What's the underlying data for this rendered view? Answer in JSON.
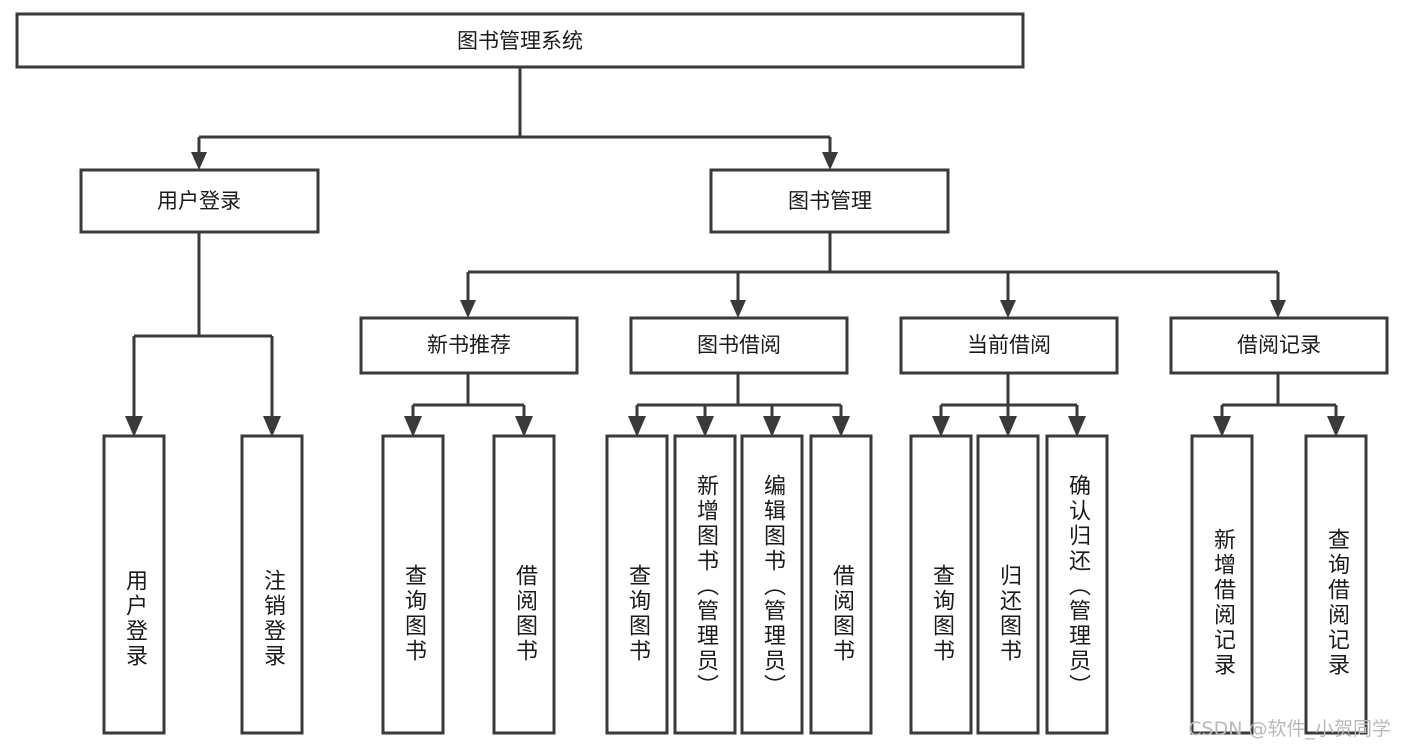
{
  "diagram": {
    "type": "tree-hierarchy-functional-decomposition",
    "title": "图书管理系统",
    "stroke_color": "#3a3a3a",
    "text_color": "#1b1b1b",
    "background_color": "#ffffff",
    "levels": [
      {
        "level": 1,
        "nodes": [
          {
            "id": "root",
            "label": "图书管理系统",
            "orientation": "horizontal"
          }
        ]
      },
      {
        "level": 2,
        "nodes": [
          {
            "id": "user-login",
            "label": "用户登录",
            "orientation": "horizontal",
            "parent": "root"
          },
          {
            "id": "book-manage",
            "label": "图书管理",
            "orientation": "horizontal",
            "parent": "root"
          }
        ]
      },
      {
        "level": 3,
        "nodes": [
          {
            "id": "new-book-recommend",
            "label": "新书推荐",
            "orientation": "horizontal",
            "parent": "book-manage"
          },
          {
            "id": "book-borrow",
            "label": "图书借阅",
            "orientation": "horizontal",
            "parent": "book-manage"
          },
          {
            "id": "current-borrow",
            "label": "当前借阅",
            "orientation": "horizontal",
            "parent": "book-manage"
          },
          {
            "id": "borrow-record",
            "label": "借阅记录",
            "orientation": "horizontal",
            "parent": "book-manage"
          }
        ]
      },
      {
        "level": 4,
        "nodes": [
          {
            "id": "leaf-1",
            "label": "用户登录",
            "orientation": "vertical",
            "parent": "user-login"
          },
          {
            "id": "leaf-2",
            "label": "注销登录",
            "orientation": "vertical",
            "parent": "user-login"
          },
          {
            "id": "leaf-3",
            "label": "查询图书",
            "orientation": "vertical",
            "parent": "new-book-recommend"
          },
          {
            "id": "leaf-4",
            "label": "借阅图书",
            "orientation": "vertical",
            "parent": "new-book-recommend"
          },
          {
            "id": "leaf-5",
            "label": "查询图书",
            "orientation": "vertical",
            "parent": "book-borrow"
          },
          {
            "id": "leaf-6",
            "label": "新增图书（管理员）",
            "orientation": "vertical",
            "parent": "book-borrow"
          },
          {
            "id": "leaf-7",
            "label": "编辑图书（管理员）",
            "orientation": "vertical",
            "parent": "book-borrow"
          },
          {
            "id": "leaf-8",
            "label": "借阅图书",
            "orientation": "vertical",
            "parent": "book-borrow"
          },
          {
            "id": "leaf-9",
            "label": "查询图书",
            "orientation": "vertical",
            "parent": "current-borrow"
          },
          {
            "id": "leaf-10",
            "label": "归还图书",
            "orientation": "vertical",
            "parent": "current-borrow"
          },
          {
            "id": "leaf-11",
            "label": "确认归还（管理员）",
            "orientation": "vertical",
            "parent": "current-borrow"
          },
          {
            "id": "leaf-12",
            "label": "新增借阅记录",
            "orientation": "vertical",
            "parent": "borrow-record"
          },
          {
            "id": "leaf-13",
            "label": "查询借阅记录",
            "orientation": "vertical",
            "parent": "borrow-record"
          }
        ]
      }
    ]
  },
  "watermark": {
    "text": "CSDN @软件_小贺同学"
  }
}
